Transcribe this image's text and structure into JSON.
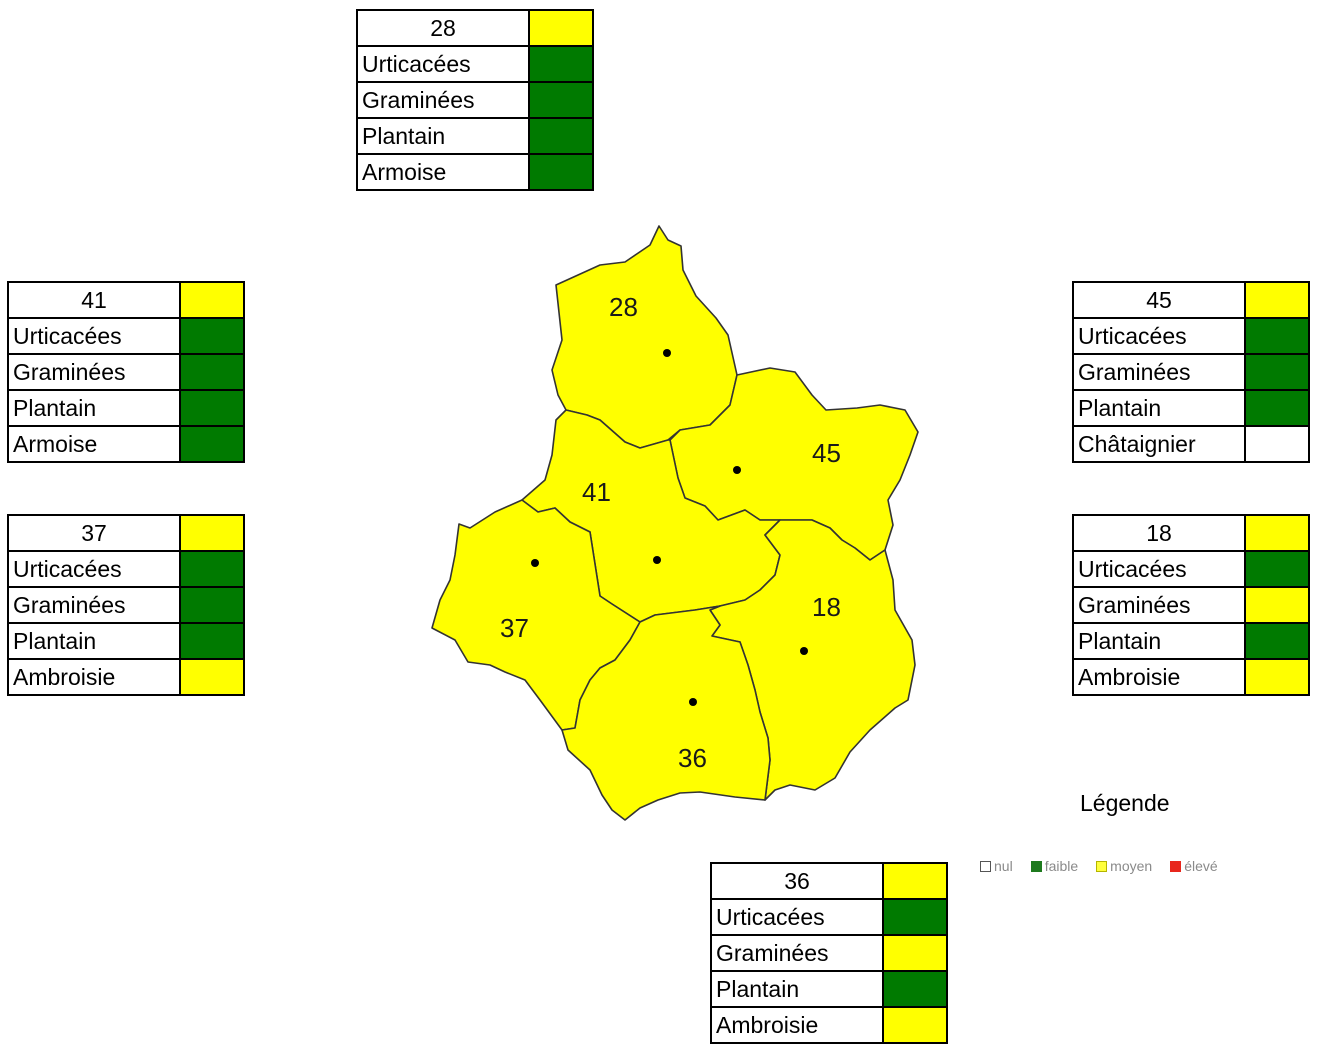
{
  "colors": {
    "nul": "#ffffff",
    "faible": "#007a00",
    "moyen": "#ffff00",
    "eleve": "#e8261c",
    "map_fill": "#ffff00",
    "map_stroke": "#333333"
  },
  "departments": [
    {
      "code": "28",
      "overall": "moyen",
      "rows": [
        {
          "label": "Urticacées",
          "level": "faible"
        },
        {
          "label": "Graminées",
          "level": "faible"
        },
        {
          "label": "Plantain",
          "level": "faible"
        },
        {
          "label": "Armoise",
          "level": "faible"
        }
      ]
    },
    {
      "code": "41",
      "overall": "moyen",
      "rows": [
        {
          "label": "Urticacées",
          "level": "faible"
        },
        {
          "label": "Graminées",
          "level": "faible"
        },
        {
          "label": "Plantain",
          "level": "faible"
        },
        {
          "label": "Armoise",
          "level": "faible"
        }
      ]
    },
    {
      "code": "37",
      "overall": "moyen",
      "rows": [
        {
          "label": "Urticacées",
          "level": "faible"
        },
        {
          "label": "Graminées",
          "level": "faible"
        },
        {
          "label": "Plantain",
          "level": "faible"
        },
        {
          "label": "Ambroisie",
          "level": "moyen"
        }
      ]
    },
    {
      "code": "45",
      "overall": "moyen",
      "rows": [
        {
          "label": "Urticacées",
          "level": "faible"
        },
        {
          "label": "Graminées",
          "level": "faible"
        },
        {
          "label": "Plantain",
          "level": "faible"
        },
        {
          "label": "Châtaignier",
          "level": "nul"
        }
      ]
    },
    {
      "code": "18",
      "overall": "moyen",
      "rows": [
        {
          "label": "Urticacées",
          "level": "faible"
        },
        {
          "label": "Graminées",
          "level": "moyen"
        },
        {
          "label": "Plantain",
          "level": "faible"
        },
        {
          "label": "Ambroisie",
          "level": "moyen"
        }
      ]
    },
    {
      "code": "36",
      "overall": "moyen",
      "rows": [
        {
          "label": "Urticacées",
          "level": "faible"
        },
        {
          "label": "Graminées",
          "level": "moyen"
        },
        {
          "label": "Plantain",
          "level": "faible"
        },
        {
          "label": "Ambroisie",
          "level": "moyen"
        }
      ]
    }
  ],
  "map": {
    "labels": {
      "d28": "28",
      "d41": "41",
      "d45": "45",
      "d37": "37",
      "d18": "18",
      "d36": "36"
    }
  },
  "legend": {
    "title": "Légende",
    "items": [
      {
        "key": "nul",
        "label": "nul"
      },
      {
        "key": "faible",
        "label": "faible"
      },
      {
        "key": "moyen",
        "label": "moyen"
      },
      {
        "key": "eleve",
        "label": "élevé"
      }
    ]
  }
}
